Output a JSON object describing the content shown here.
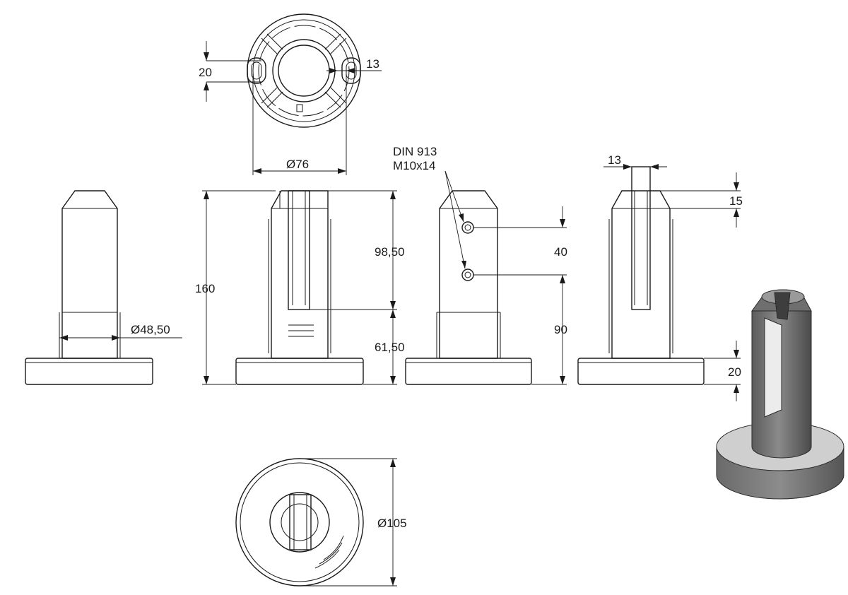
{
  "drawing": {
    "dimensions": {
      "slot_height": "20",
      "slot_width": "13",
      "base_diameter_top": "Ø76",
      "tube_diameter": "Ø48,50",
      "overall_height": "160",
      "slot_depth": "98,50",
      "lower_height": "61,50",
      "screw_spacing": "40",
      "screw_height": "90",
      "side_slot_width": "13",
      "side_top": "15",
      "base_height": "20",
      "base_diameter": "Ø105"
    },
    "callout": {
      "line1": "DIN 913",
      "line2": "M10x14"
    }
  }
}
